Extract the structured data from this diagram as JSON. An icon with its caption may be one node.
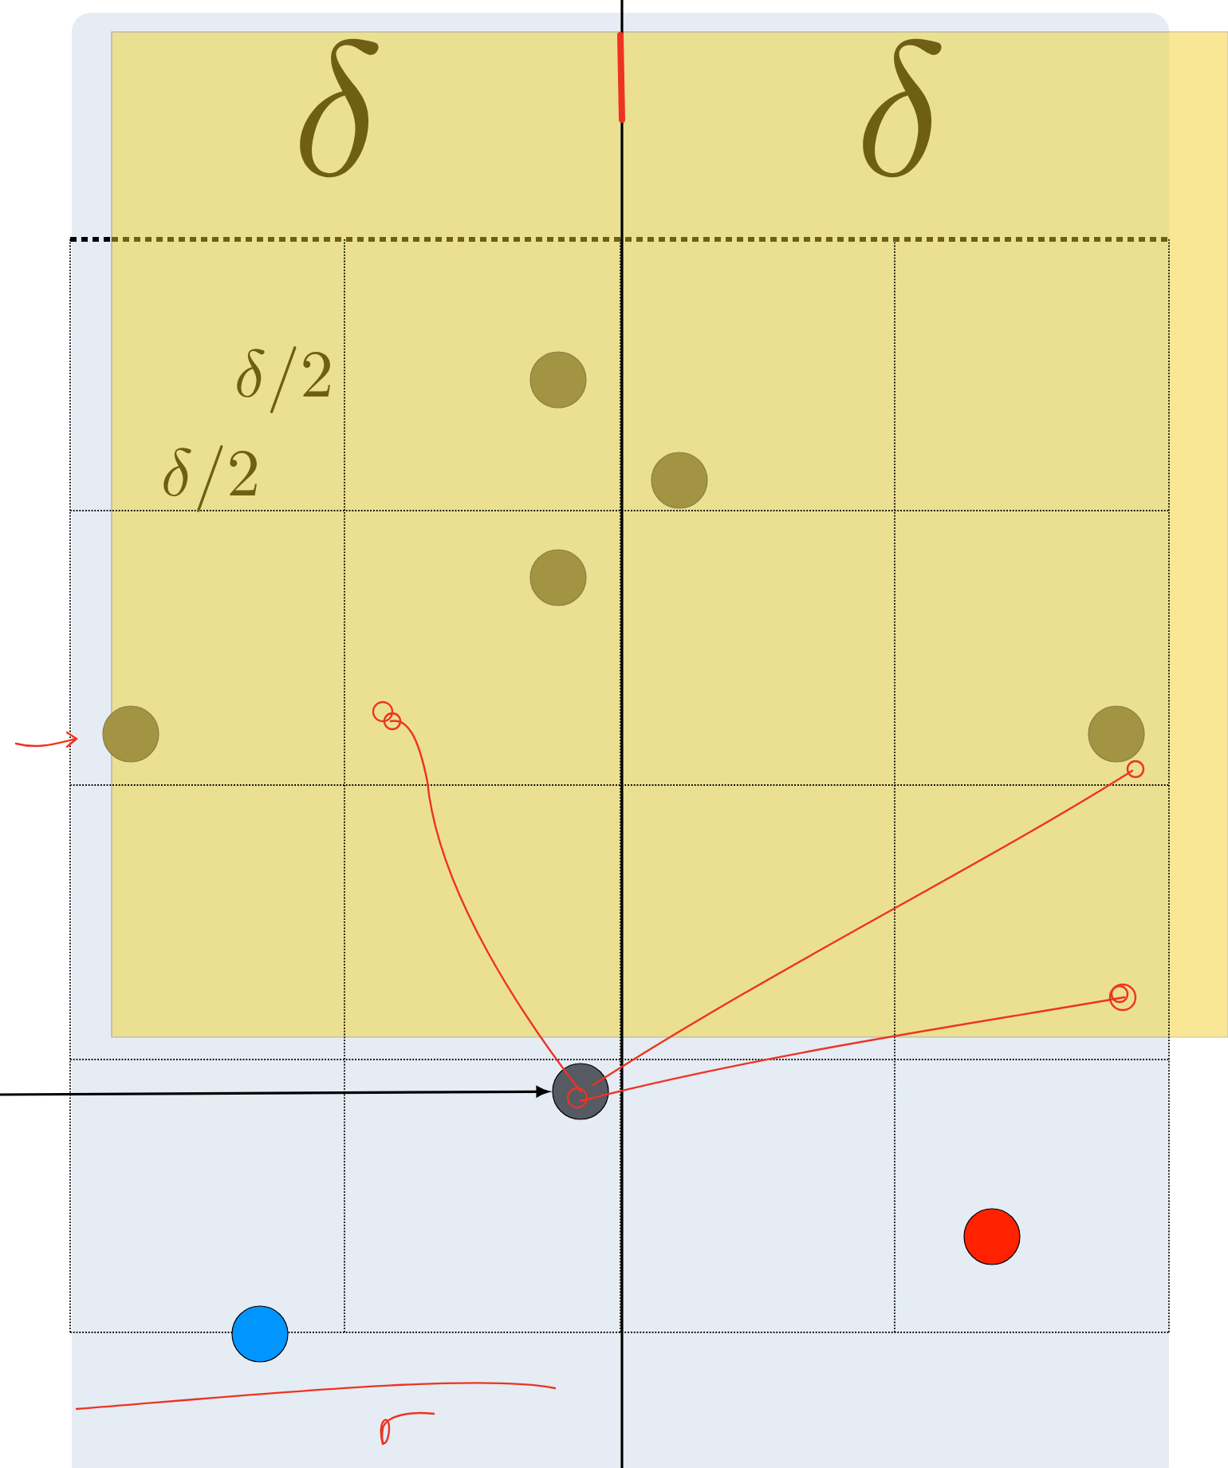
{
  "diagram": {
    "nodes": [
      {
        "text": [],
        "shape": "circle"
      },
      {
        "text": [],
        "shape": "circle"
      },
      {
        "text": [],
        "shape": "circle"
      },
      {
        "text": [],
        "shape": "circle"
      },
      {
        "text": [],
        "shape": "circle"
      },
      {
        "text": [],
        "shape": "circle"
      },
      {
        "text": [],
        "shape": "circle"
      },
      {
        "text": [],
        "shape": "circle"
      }
    ],
    "edges": [
      {
        "from": null,
        "to": 5,
        "arrow": "to"
      }
    ],
    "labels": [
      "\\delta",
      "\\delta",
      "\\delta/2",
      "\\delta/2"
    ]
  }
}
